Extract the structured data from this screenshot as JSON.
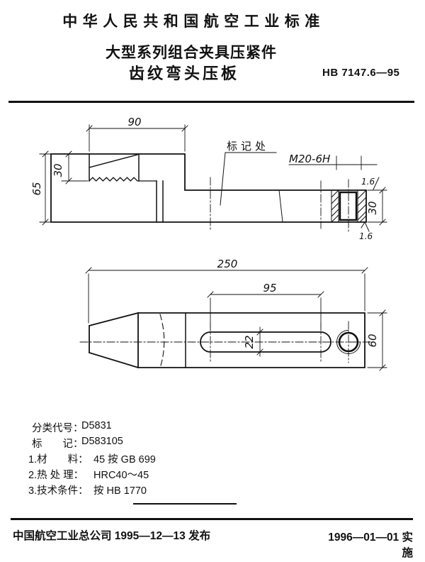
{
  "header": {
    "line1": "中华人民共和国航空工业标准",
    "line2": "大型系列组合夹具压紧件",
    "line3": "齿纹弯头压板",
    "standard_no": "HB 7147.6—95"
  },
  "drawing": {
    "side_view": {
      "dim_head_length": "90",
      "dim_head_height": "30",
      "dim_total_height": "65",
      "marking_label": "标记处",
      "thread_callout": "M20-6H",
      "dim_thickness": "30",
      "roughness_top": "1.6",
      "roughness_bottom": "1.6"
    },
    "top_view": {
      "dim_total_length": "250",
      "dim_slot_length": "95",
      "dim_slot_width": "22",
      "dim_plate_width": "60"
    }
  },
  "notes": {
    "rows": [
      {
        "label": "分类代号：",
        "value": "D5831"
      },
      {
        "label": "标　　记：",
        "value": "D583105"
      },
      {
        "label": "1.材　　料：",
        "value": "45 按 GB 699"
      },
      {
        "label": "2.热 处 理：",
        "value": "HRC40～45"
      },
      {
        "label": "3.技术条件：",
        "value": "按 HB 1770"
      }
    ]
  },
  "footer": {
    "publish": "中国航空工业总公司 1995—12—13 发布",
    "implement": "1996—01—01 实施"
  },
  "colors": {
    "ink": "#111111",
    "paper": "#ffffff"
  }
}
